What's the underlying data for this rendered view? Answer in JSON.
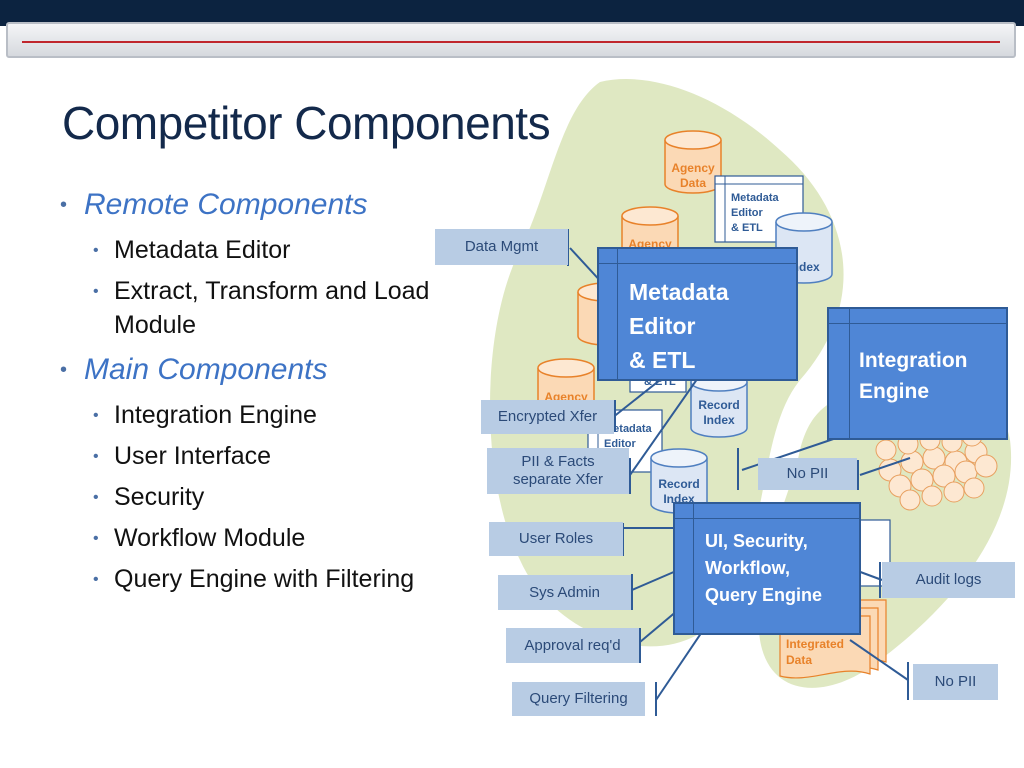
{
  "title": "Competitor Components",
  "bullets": [
    {
      "level": 1,
      "text": "Remote Components"
    },
    {
      "level": 2,
      "text": "Metadata Editor"
    },
    {
      "level": 2,
      "text": "Extract, Transform and Load"
    },
    {
      "level": 2,
      "text": "Module"
    },
    {
      "level": 1,
      "text": "Main Components"
    },
    {
      "level": 2,
      "text": "Integration Engine"
    },
    {
      "level": 2,
      "text": "User Interface"
    },
    {
      "level": 2,
      "text": "Security"
    },
    {
      "level": 2,
      "text": "Workflow Module"
    },
    {
      "level": 2,
      "text": "Query Engine with Filtering"
    }
  ],
  "diagram": {
    "small": {
      "agency_data_1": "Agency",
      "agency_data_2": "Data",
      "metadata_small_1": "Metadata",
      "metadata_small_2": "Editor",
      "metadata_small_3": "& ETL",
      "record_1": "Record",
      "record_2": "Index",
      "integrated_1": "Integrated",
      "integrated_2": "Data"
    },
    "labels": {
      "data_mgmt": "Data Mgmt",
      "encrypted_xfer": "Encrypted Xfer",
      "pii_facts_1": "PII & Facts",
      "pii_facts_2": "separate Xfer",
      "no_pii_1": "No PII",
      "user_roles": "User Roles",
      "sys_admin": "Sys Admin",
      "approval": "Approval req'd",
      "query_filtering": "Query Filtering",
      "audit_logs": "Audit logs",
      "no_pii_2": "No PII"
    },
    "boxes": {
      "metadata_etl_1": "Metadata",
      "metadata_etl_2": "Editor",
      "metadata_etl_3": "& ETL",
      "integration_1": "Integration",
      "integration_2": "Engine",
      "ui_1": "UI, Security,",
      "ui_2": "Workflow,",
      "ui_3": "Query Engine"
    }
  },
  "colors": {
    "title": "#13294b",
    "accent_bullet": "#3d73c5",
    "blob": "#dfe8c2",
    "big_box": "#4f86d6",
    "label_box": "#b8cce4",
    "cylinder_orange": "#fbd9b5",
    "cylinder_blue": "#dce6f4"
  }
}
